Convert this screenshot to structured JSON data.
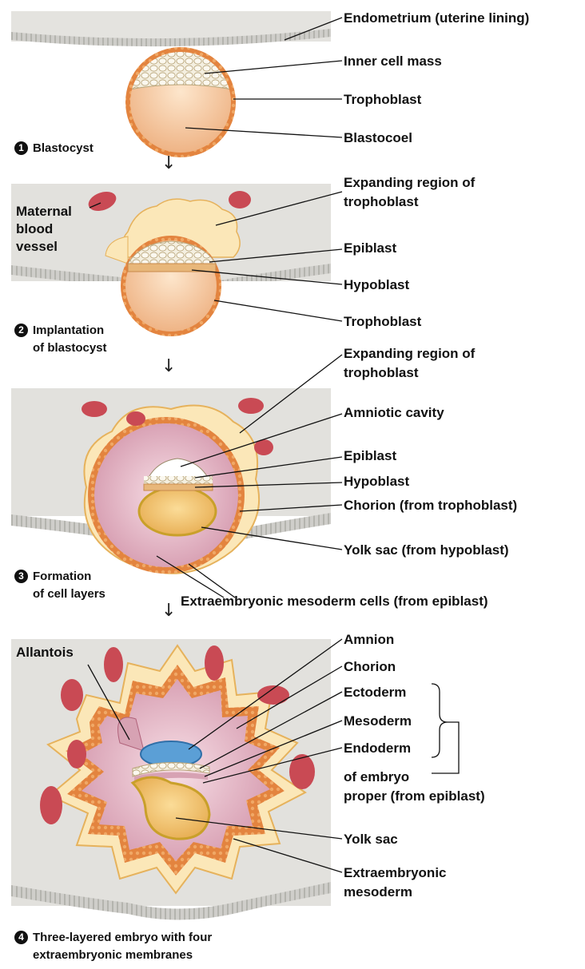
{
  "colors": {
    "tissue": "#e2e1dd",
    "endometrium": "#bdbcb6",
    "orange": "#e3843f",
    "trophoblast_light": "#fbe7b8",
    "yolk": "#f2c574",
    "mesoderm": "#d7a2b3",
    "blastocoel": "#f3c79b",
    "vessel": "#c94a54",
    "amnion_blue": "#5b9fd6"
  },
  "panel1": {
    "step": "1",
    "title": "Blastocyst",
    "labels": {
      "endometrium": "Endometrium (uterine lining)",
      "inner_cell_mass": "Inner cell mass",
      "trophoblast": "Trophoblast",
      "blastocoel": "Blastocoel"
    }
  },
  "panel2": {
    "step": "2",
    "title_line1": "Implantation",
    "title_line2": "of blastocyst",
    "labels": {
      "maternal_line1": "Maternal",
      "maternal_line2": "blood",
      "maternal_line3": "vessel",
      "expanding_line1": "Expanding region of",
      "expanding_line2": "trophoblast",
      "epiblast": "Epiblast",
      "hypoblast": "Hypoblast",
      "trophoblast": "Trophoblast"
    }
  },
  "panel3": {
    "step": "3",
    "title_line1": "Formation",
    "title_line2": "of cell layers",
    "labels": {
      "expanding_line1": "Expanding region of",
      "expanding_line2": "trophoblast",
      "amniotic_cavity": "Amniotic cavity",
      "epiblast": "Epiblast",
      "hypoblast": "Hypoblast",
      "chorion": "Chorion (from trophoblast)",
      "yolk_sac": "Yolk sac (from hypoblast)",
      "extraembryonic": "Extraembryonic mesoderm cells (from epiblast)"
    }
  },
  "panel4": {
    "step": "4",
    "title_line1": "Three-layered embryo with four",
    "title_line2": "extraembryonic membranes",
    "labels": {
      "allantois": "Allantois",
      "amnion": "Amnion",
      "chorion": "Chorion",
      "ectoderm": "Ectoderm",
      "mesoderm": "Mesoderm",
      "endoderm": "Endoderm",
      "of_embryo_line1": "of embryo",
      "of_embryo_line2": "proper (from epiblast)",
      "yolk_sac": "Yolk sac",
      "extra_line1": "Extraembryonic",
      "extra_line2": "mesoderm"
    }
  }
}
